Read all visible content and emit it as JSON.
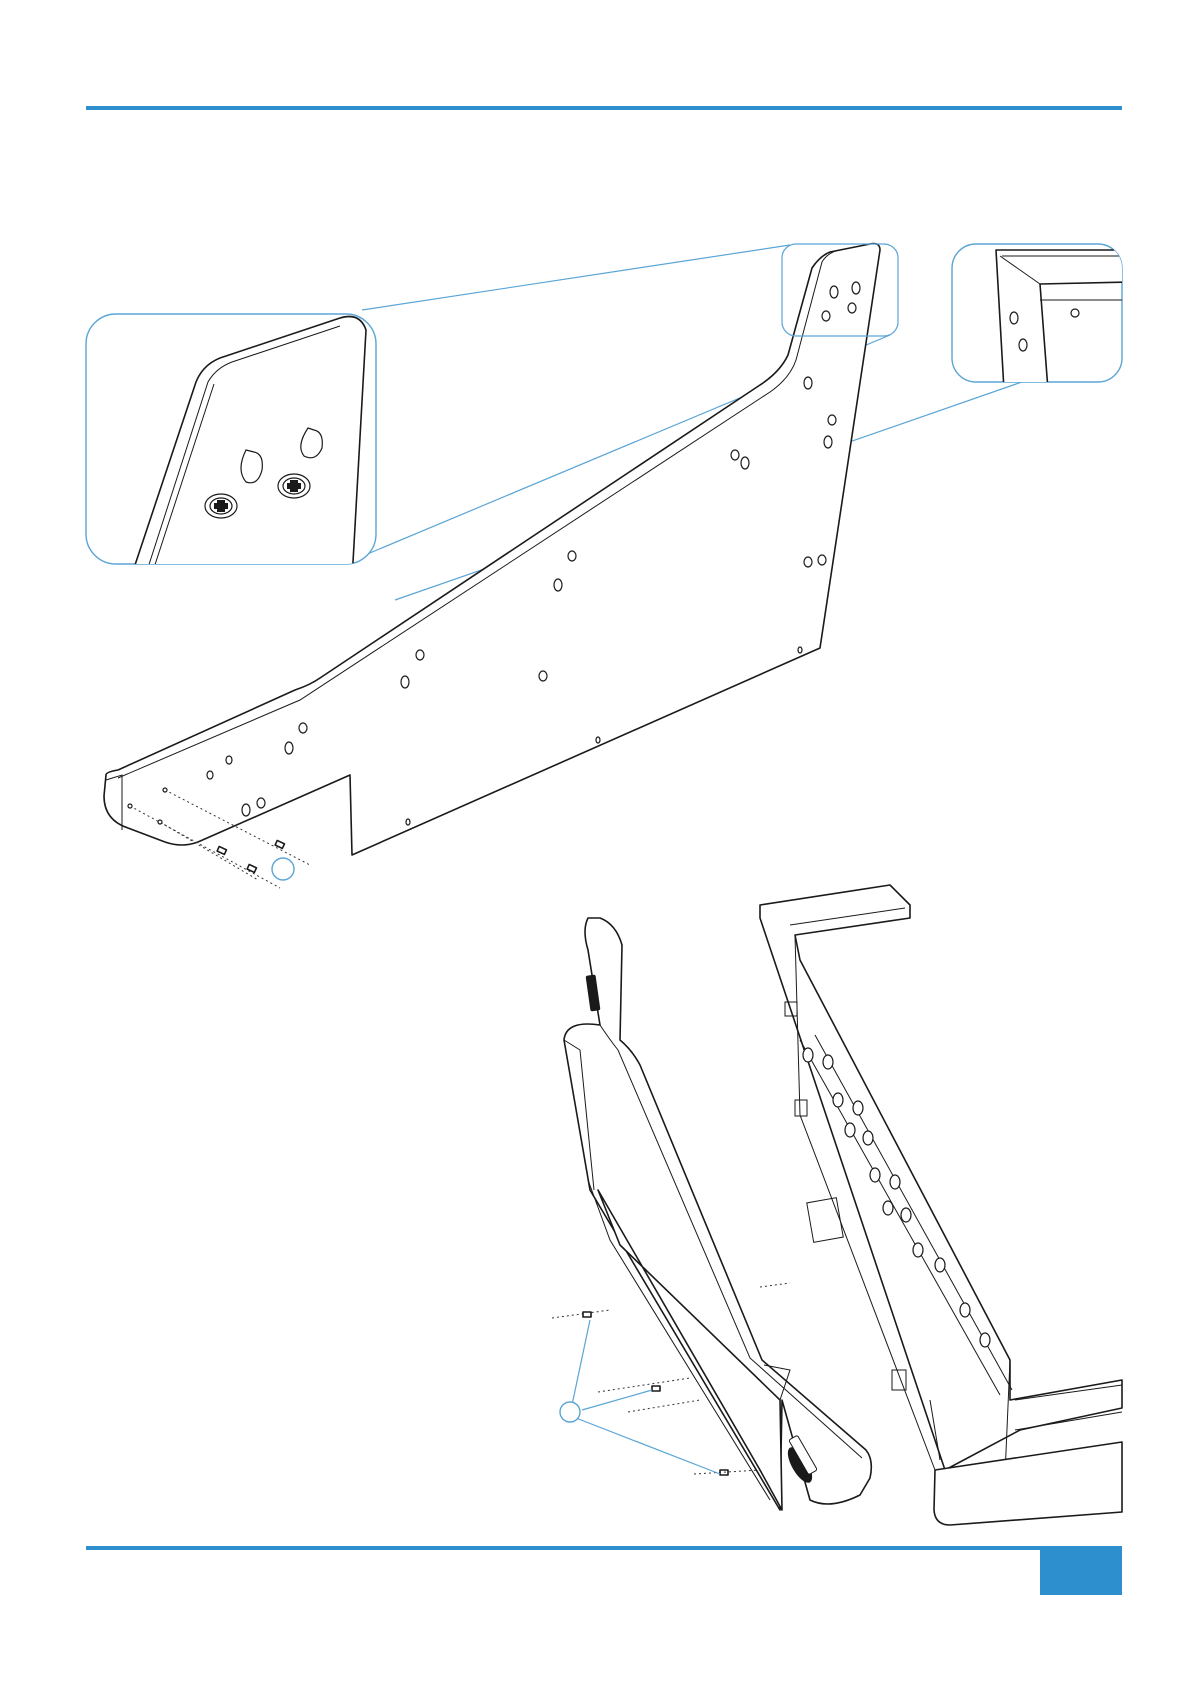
{
  "page": {
    "title": "",
    "page_number": "",
    "colors": {
      "accent": "#2e8fcf",
      "line_art": "#1a1a1a",
      "callout": "#5aa5d6"
    }
  },
  "figures": [
    {
      "name": "side-panel-detail-figure",
      "callouts": [
        "screw-detail",
        "corner-detail"
      ],
      "step_marker": ""
    },
    {
      "name": "side-panel-attach-figure",
      "step_marker": ""
    }
  ]
}
